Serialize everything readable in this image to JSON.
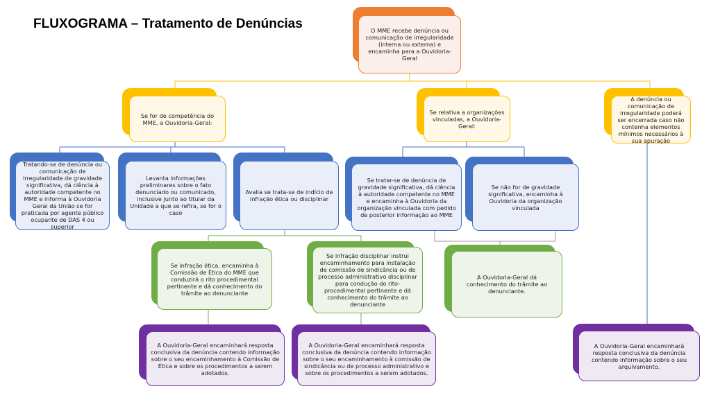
{
  "title": "FLUXOGRAMA – Tratamento de Denúncias",
  "nodes": {
    "root": "O MME recebe denúncia ou comunicação de irregularidade (interna ou externa) e encaminha para a Ouvidoria-Geral",
    "competencia": "Se for de competência do MME, a Ouvidoria-Geral:",
    "vinculadas": "Se relativa a organizações vinculadas, a Ouvidoria-Geral:",
    "arquivamento": "A denúncia ou comunicação de irregularidade poderá ser encerrada caso não contenha elementos mínimos necessários à sua apuração",
    "gravidade": "Tratando-se de denúncia ou comunicação de irregularidade de gravidade significativa, dá ciência à autoridade competente no MME e informa à Ouvidoria Geral da União se for praticada por agente público ocupante de DAS 4 ou superior",
    "levanta": "Levanta informações preliminares sobre o fato denunciado ou comunicado, inclusive junto ao titular da Unidade a que se refira, se for o caso",
    "avalia": "Avalia se trata-se de indício de infração ética ou disciplinar",
    "vinc_grave": "Se tratar-se de denúncia de gravidade significativa, dá ciência à autoridade competente no MME e encaminha à Ouvidoria da organização vinculada com pedido de posterior informação ao MME",
    "vinc_nao_grave": "Se não for de gravidade significativa, encaminha à Ouvidoria da organização vinculada",
    "etica": "Se infração ética, encaminha à Comissão de Ética do MME que conduzirá o rito procedimental pertinente e dá conhecimento do trâmite ao denunciante",
    "disciplinar": "Se infração disciplinar instrui encaminhamento para instalação de comissão de sindicância ou de processo administrativo disciplinar para condução do rito-procedimental pertinente e dá conhecimento do trâmite ao denunciante",
    "conhecimento": "A Ouvidoria-Geral dá conhecimento do trâmite ao denunciante.",
    "resp_etica": "A Ouvidoria-Geral encaminhará resposta conclusiva da denúncia contendo informação sobre o seu encaminhamento à Comissão de Ética e sobre os procedimentos a serem adotados.",
    "resp_disciplinar": "A Ouvidoria-Geral encaminhará resposta conclusiva da denúncia contendo informação sobre o seu encaminhamento à comissão de sindicância ou de processo administrativo e sobre os procedimentos a serem adotados.",
    "resp_arquivo": "A Ouvidoria-Geral encaminhará resposta conclusiva da denúncia contendo informação sobre o seu arquivamento."
  },
  "colors": {
    "orange": "#ed7d31",
    "yellow": "#ffc000",
    "blue": "#4472c4",
    "green": "#70ad47",
    "purple": "#7030a0"
  }
}
